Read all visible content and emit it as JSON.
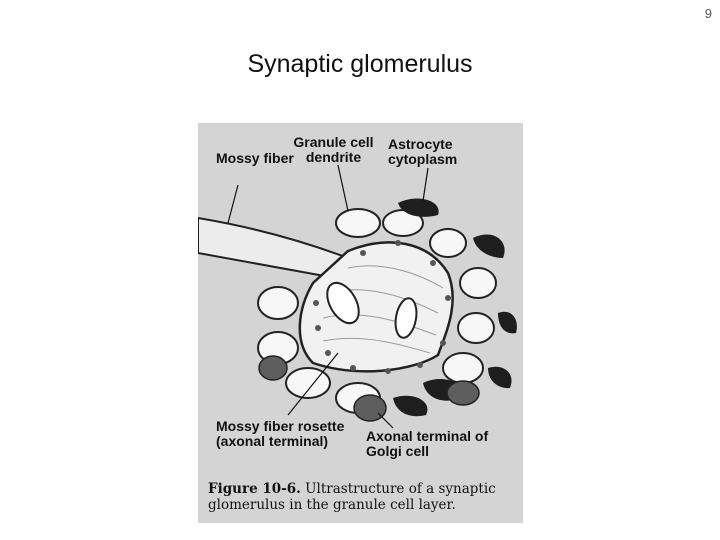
{
  "slide": {
    "page_number": "9",
    "title": "Synaptic glomerulus"
  },
  "figure": {
    "labels": {
      "mossy_fiber": "Mossy fiber",
      "granule_dendrite": "Granule cell dendrite",
      "astrocyte": "Astrocyte cytoplasm",
      "rosette": "Mossy fiber rosette (axonal terminal)",
      "golgi": "Axonal terminal of Golgi cell"
    },
    "caption": {
      "figure_ref": "Figure 10-6.",
      "text": "Ultrastructure of a synaptic glomerulus in the granule cell layer."
    }
  }
}
